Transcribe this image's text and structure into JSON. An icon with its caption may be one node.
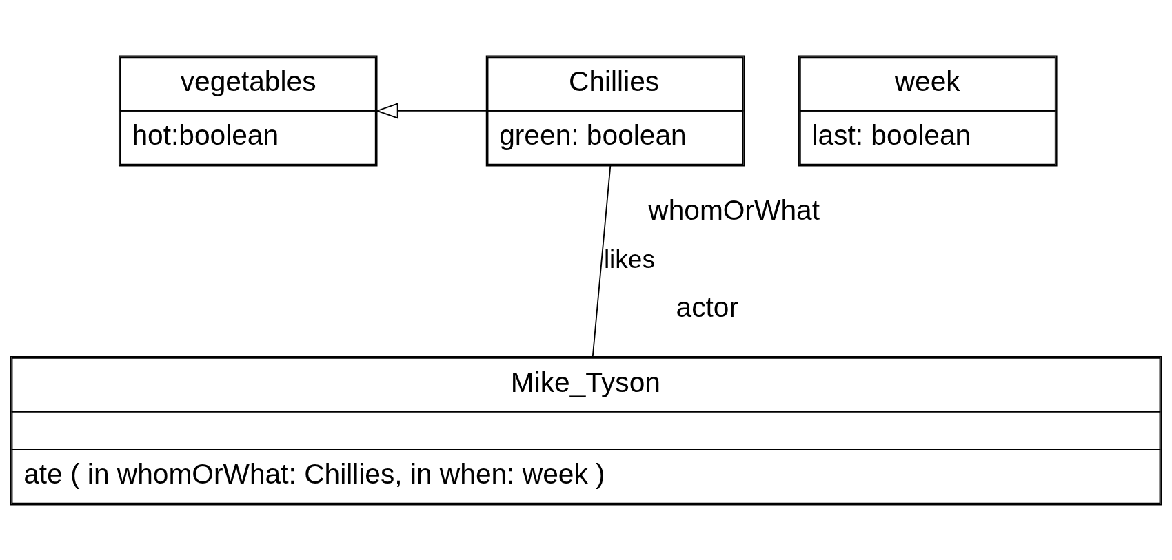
{
  "diagram": {
    "nodes": [
      {
        "text": [
          "vegetables",
          "hot:boolean"
        ]
      },
      {
        "text": [
          "Chillies",
          "green: boolean"
        ]
      },
      {
        "text": [
          "week",
          "last: boolean"
        ]
      },
      {
        "text": [
          "Mike_Tyson",
          "ate ( in whomOrWhat: Chillies, in when: week )"
        ]
      }
    ],
    "edges": [
      {
        "from": 1,
        "to": 0,
        "arrow": "to"
      },
      {
        "from": 1,
        "to": 3,
        "arrow": "none",
        "label": "likes"
      }
    ],
    "labels": [
      "whomOrWhat",
      "actor"
    ]
  }
}
